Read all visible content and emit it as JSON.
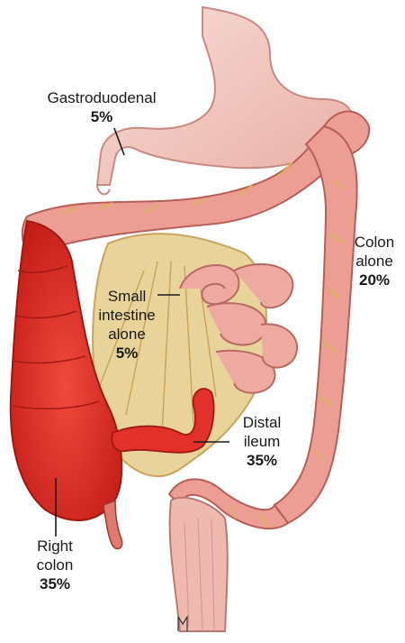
{
  "figure": {
    "labels": {
      "gastroduodenal": {
        "name": "Gastroduodenal",
        "percent": "5%"
      },
      "colon_alone": {
        "line1": "Colon",
        "line2": "alone",
        "percent": "20%"
      },
      "small_intestine": {
        "line1": "Small",
        "line2": "intestine",
        "line3": "alone",
        "percent": "5%"
      },
      "distal_ileum": {
        "line1": "Distal",
        "line2": "ileum",
        "percent": "35%"
      },
      "right_colon": {
        "line1": "Right",
        "line2": "colon",
        "percent": "35%"
      }
    },
    "colors": {
      "stomach": "#f2c4bd",
      "colon": "#e9928a",
      "colon_shadow": "#c9605a",
      "right_colon": "#e8322b",
      "mesentery": "#e2c88a",
      "ileum": "#e02a24",
      "rectum": "#eeb4aa"
    }
  }
}
